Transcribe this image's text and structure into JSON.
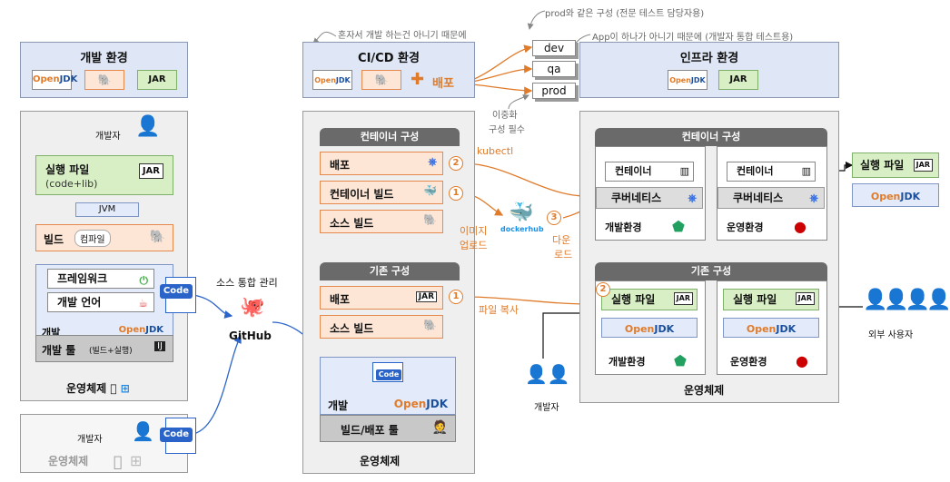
{
  "dev_env": {
    "title": "개발 환경",
    "developer": "개발자",
    "exec_file": "실행 파일",
    "exec_detail": "(code+lib)",
    "jvm": "JVM",
    "build": "빌드",
    "compile": "컴파일",
    "framework": "프레임워크",
    "language": "개발 언어",
    "dev": "개발",
    "tool": "개발 툴",
    "tool_detail": "(빌드+실행)",
    "os": "운영체제",
    "code": "Code"
  },
  "dev_env2": {
    "developer": "개발자",
    "os": "운영체제",
    "code": "Code"
  },
  "github": {
    "label": "소스 통합 관리",
    "name": "GitHub"
  },
  "cicd": {
    "title": "CI/CD 환경",
    "deploy": "배포",
    "note_top": "혼자서 개발 하는건 아니기 때문에",
    "container_title": "컨테이너 구성",
    "c_deploy": "배포",
    "c_build": "컨테이너 빌드",
    "c_source": "소스 빌드",
    "legacy_title": "기존 구성",
    "l_deploy": "배포",
    "l_source": "소스 빌드",
    "dev": "개발",
    "tool": "빌드/배포 툴",
    "os": "운영체제",
    "code": "Code"
  },
  "targets": {
    "dev": "dev",
    "qa": "qa",
    "prod": "prod",
    "note1": "prod와 같은 구성 (전문 테스트 담당자용)",
    "note2": "App이 하나가 아니기 때문에 (개발자 통합 테스트용)",
    "note3a": "이중화",
    "note3b": "구성 필수"
  },
  "flow": {
    "kubectl": "kubectl",
    "image_upload_a": "이미지",
    "image_upload_b": "업로드",
    "pull_a": "다운",
    "pull_b": "로드",
    "file_copy": "파일 복사",
    "n1": "1",
    "n2": "2",
    "n3": "3",
    "dockerhub": "dockerhub"
  },
  "infra": {
    "title": "인프라 환경",
    "container_title": "컨테이너 구성",
    "container": "컨테이너",
    "k8s": "쿠버네티스",
    "dev_env": "개발환경",
    "prod_env": "운영환경",
    "legacy_title": "기존 구성",
    "exec": "실행 파일",
    "os": "운영체제"
  },
  "external": {
    "exec": "실행 파일",
    "users": "외부 사용자",
    "developer": "개발자"
  },
  "openjdk_a": "Open",
  "openjdk_b": "JDK",
  "colors": {
    "accent": "#e07b2a",
    "header": "#dfe6f5",
    "green": "#d8efc6"
  }
}
